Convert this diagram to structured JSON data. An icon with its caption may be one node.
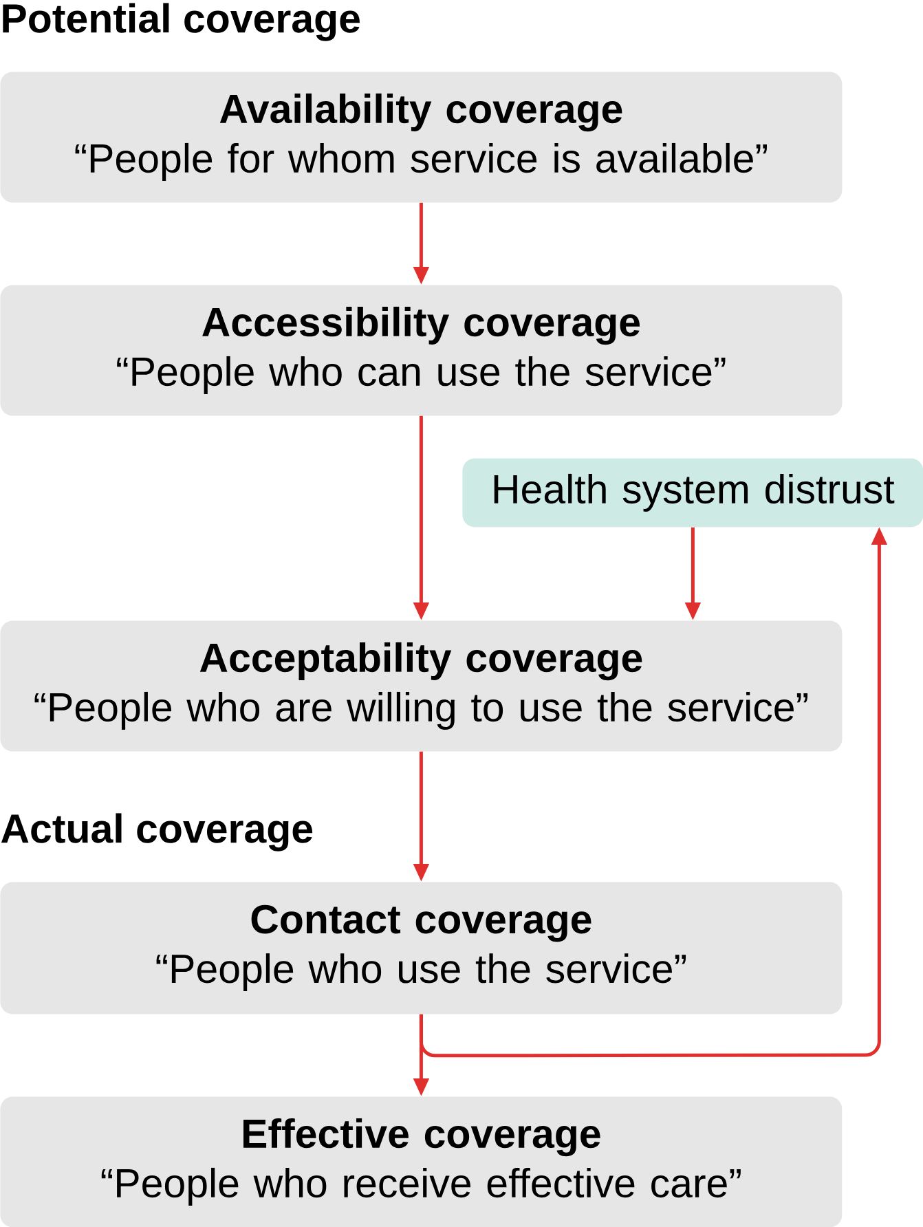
{
  "diagram": {
    "nodes": [
      {
        "text": [
          "Availability coverage",
          "“People for whom service is available”"
        ]
      },
      {
        "text": [
          "Accessibility coverage",
          "“People who can use the service”"
        ]
      },
      {
        "text": [
          "Health system distrust"
        ]
      },
      {
        "text": [
          "Acceptability coverage",
          "“People who are willing to use the service”"
        ]
      },
      {
        "text": [
          "Contact coverage",
          "“People who use the service”"
        ]
      },
      {
        "text": [
          "Effective coverage",
          "“People who receive effective care”"
        ]
      }
    ],
    "edges": [
      {
        "from": 0,
        "to": 1,
        "arrow": "to"
      },
      {
        "from": 1,
        "to": 3,
        "arrow": "to"
      },
      {
        "from": 2,
        "to": 3,
        "arrow": "to"
      },
      {
        "from": 3,
        "to": 4,
        "arrow": "to"
      },
      {
        "from": 4,
        "to": 5,
        "arrow": "to"
      },
      {
        "from": 4,
        "to": 2,
        "arrow": "to"
      }
    ],
    "labels": [
      "Potential coverage",
      "Actual coverage"
    ]
  }
}
